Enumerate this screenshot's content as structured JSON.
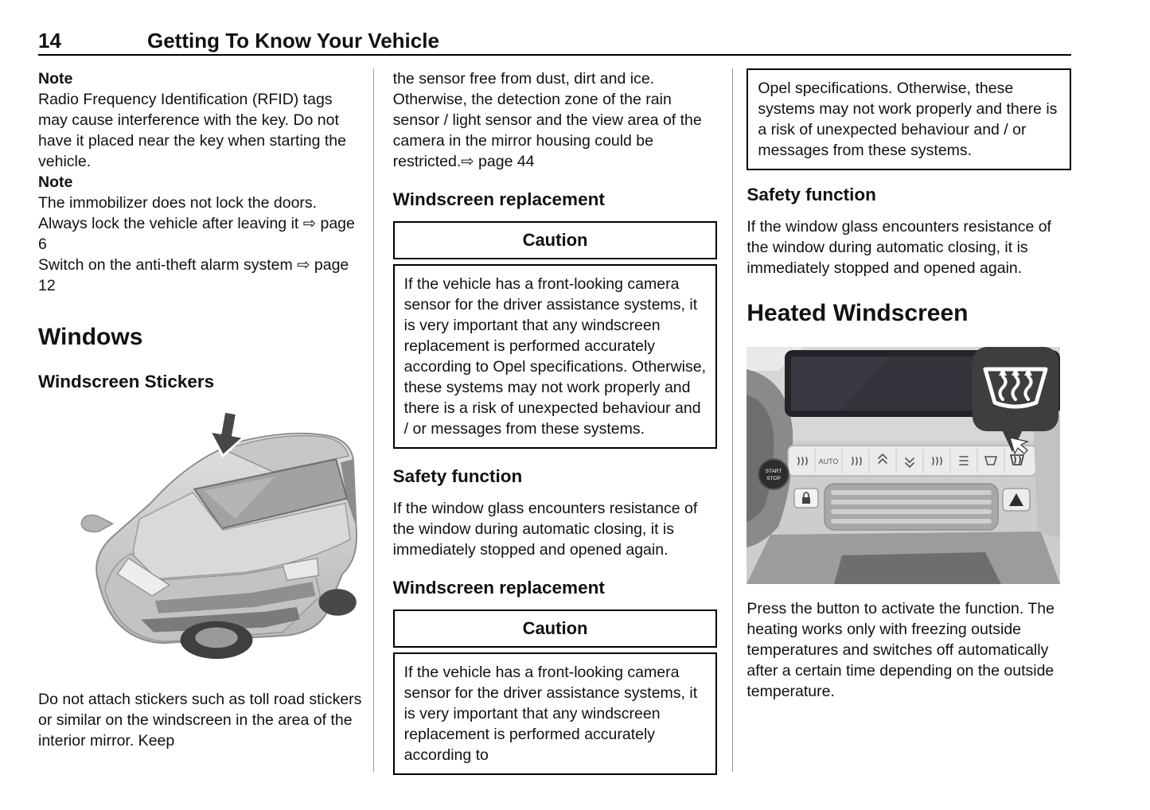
{
  "header": {
    "page_number": "14",
    "title": "Getting To Know Your Vehicle"
  },
  "left": {
    "note1_label": "Note",
    "note1_text": "Radio Frequency Identification (RFID) tags may cause interference with the key. Do not have it placed near the key when starting the vehicle.",
    "note2_label": "Note",
    "note2_text": "The immobilizer does not lock the doors. Always lock the vehicle after leaving it ⇨ page 6",
    "note3_text": "Switch on the anti-theft alarm system ⇨ page 12",
    "windows_heading": "Windows",
    "windscreen_stickers_heading": "Windscreen Stickers",
    "car_image_alt": "Car with arrow indicating windscreen area near the interior mirror",
    "stickers_paragraph": "Do not attach stickers such as toll road stickers or similar on the windscreen in the area of the interior mirror. Keep"
  },
  "middle": {
    "sensor_paragraph": "the sensor free from dust, dirt and ice. Otherwise, the detection zone of the rain sensor / light sensor and the view area of the camera in the mirror housing could be restricted.⇨ page 44",
    "windscreen_replacement_heading_1": "Windscreen replacement",
    "caution_1_title": "Caution",
    "caution_1_body": "If the vehicle has a front-looking camera sensor for the driver assistance systems, it is very important that any windscreen replacement is performed accurately according to Opel specifications. Otherwise, these systems may not work properly and there is a risk of unexpected behaviour and / or messages from these systems.",
    "safety_function_heading": "Safety function",
    "safety_function_text": "If the window glass encounters resistance of the window during automatic closing, it is immediately stopped and opened again.",
    "windscreen_replacement_heading_2": "Windscreen replacement",
    "caution_2_title": "Caution",
    "caution_2_body": "If the vehicle has a front-looking camera sensor for the driver assistance systems, it is very important that any windscreen replacement is performed accurately according to"
  },
  "right": {
    "caution_continuation": "Opel specifications. Otherwise, these systems may not work properly and there is a risk of unexpected behaviour and / or messages from these systems.",
    "safety_function_heading": "Safety function",
    "safety_function_text": "If the window glass encounters resistance of the window during automatic closing, it is immediately stopped and opened again.",
    "heated_windscreen_heading": "Heated Windscreen",
    "dashboard_image_alt": "Centre console with heated windscreen button and symbol callout",
    "dashboard": {
      "start_label": "START",
      "stop_label": "STOP",
      "auto_label": "AUTO"
    },
    "press_button_paragraph": "Press the button to activate the function. The heating works only with freezing outside temperatures and switches off automatically after a certain time depending on the outside temperature."
  },
  "icons": {
    "page_reference_arrow": "⇨",
    "windscreen_pointer_arrow": "down-arrow-on-windscreen",
    "heated_windscreen_symbol": "windscreen-with-heat-arrows"
  }
}
